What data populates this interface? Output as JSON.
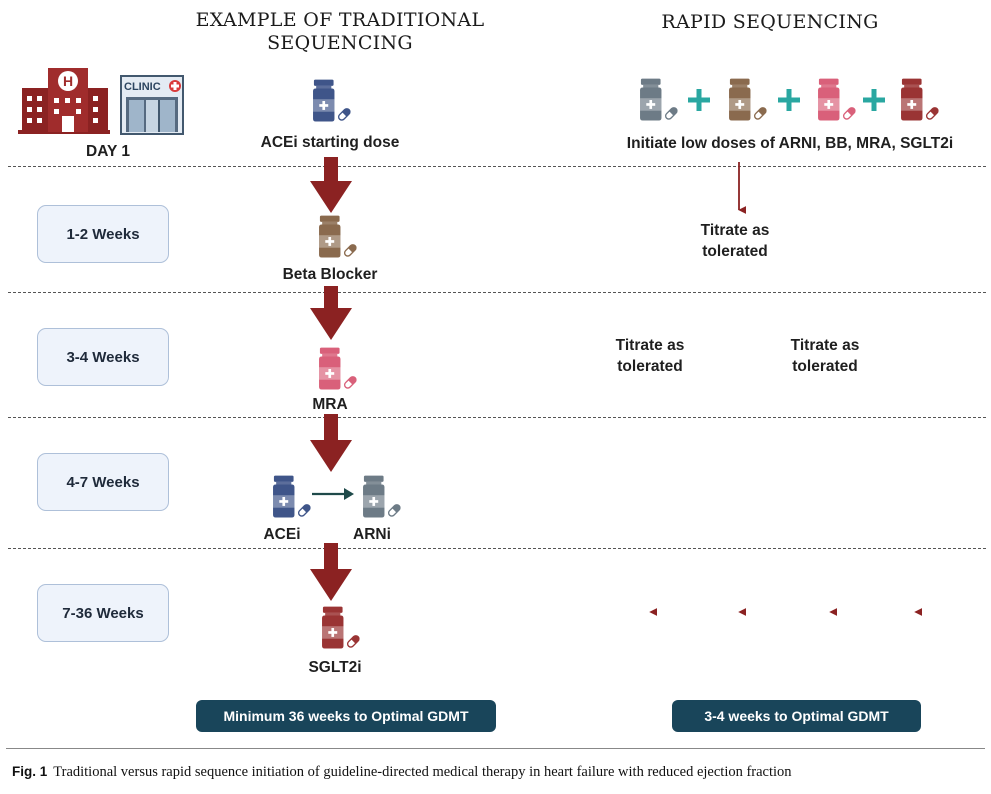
{
  "headings": {
    "traditional": [
      "EXAMPLE OF TRADITIONAL",
      "SEQUENCING"
    ],
    "rapid": "RAPID SEQUENCING"
  },
  "clinic_sign": "CLINIC",
  "hospital_letter": "H",
  "day_label": "DAY 1",
  "weeks": [
    "1-2 Weeks",
    "3-4 Weeks",
    "4-7 Weeks",
    "7-36 Weeks"
  ],
  "traditional_steps": {
    "acei_start": "ACEi starting dose",
    "beta_blocker": "Beta Blocker",
    "mra": "MRA",
    "acei": "ACEi",
    "arni": "ARNi",
    "sglt2i": "SGLT2i"
  },
  "rapid": {
    "initiate": "Initiate low doses of ARNI, BB, MRA, SGLT2i",
    "titrate": [
      "Titrate as",
      "tolerated"
    ]
  },
  "summary": {
    "traditional": "Minimum 36 weeks to Optimal GDMT",
    "rapid": "3-4 weeks to Optimal GDMT"
  },
  "caption": {
    "label": "Fig. 1",
    "text": "Traditional versus rapid sequence initiation of guideline-directed medical therapy in heart failure with reduced ejection fraction"
  },
  "colors": {
    "arrow": "#8b2222",
    "plus": "#2aa7a1",
    "pill_bg": "#19455a",
    "acei": "#3f5589",
    "arni": "#6d7b86",
    "beta_blocker": "#8a6a4e",
    "mra": "#d9607a",
    "sglt2i": "#9a3434"
  }
}
